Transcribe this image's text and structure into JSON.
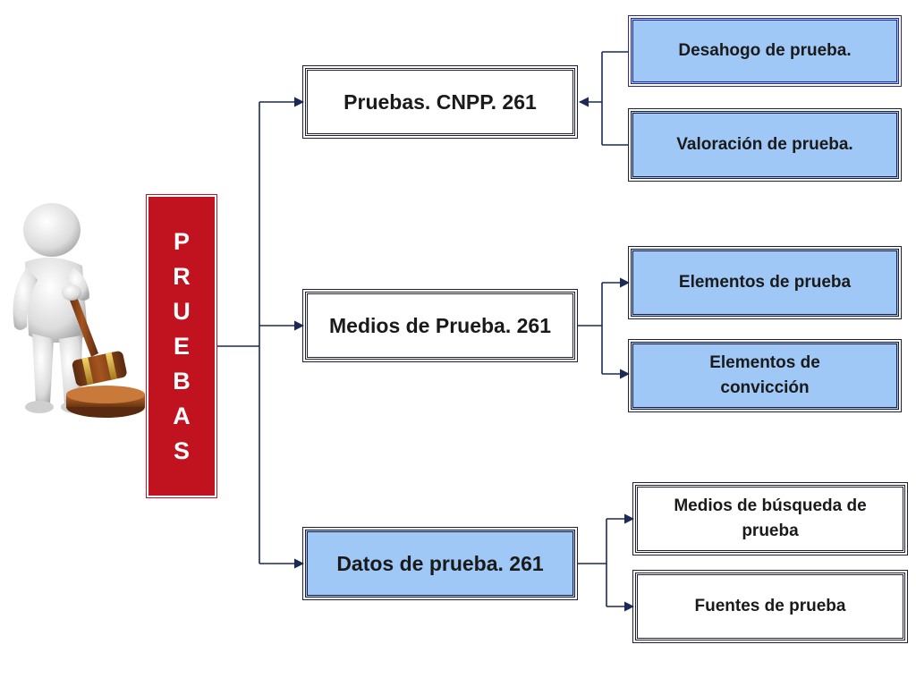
{
  "root": {
    "letters": [
      "P",
      "R",
      "U",
      "E",
      "B",
      "A",
      "S"
    ]
  },
  "branches": [
    {
      "label": "Pruebas.  CNPP. 261",
      "children": [
        "Desahogo de prueba.",
        "Valoración de prueba."
      ]
    },
    {
      "label": "Medios de Prueba. 261",
      "children": [
        "Elementos de prueba",
        "Elementos de convicción"
      ]
    },
    {
      "label": "Datos de prueba.  261",
      "children": [
        "Medios de búsqueda de prueba",
        "Fuentes de prueba"
      ]
    }
  ],
  "colors": {
    "root_fill": "#c1121f",
    "blue_fill": "#9fc8f6",
    "line": "#1b2a57",
    "arrow": "#1b2a57"
  },
  "icons": {
    "figure": "person-with-gavel-icon"
  }
}
